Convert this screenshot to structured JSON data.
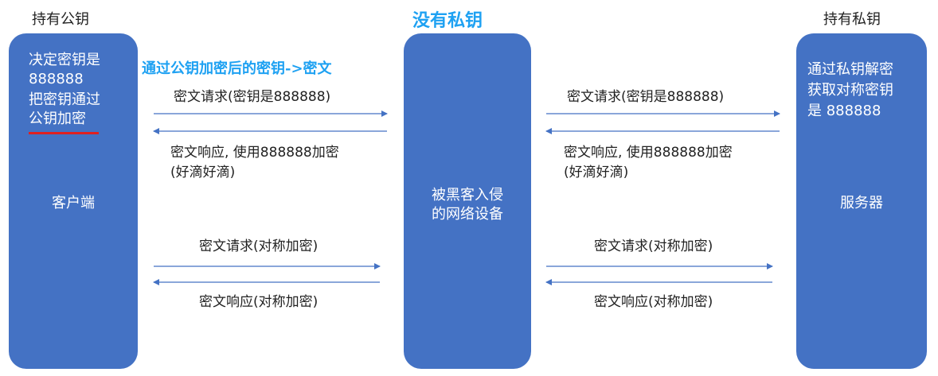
{
  "headers": {
    "client": "持有公钥",
    "middle": "没有私钥",
    "server": "持有私钥"
  },
  "client": {
    "line1": "决定密钥是",
    "line2": "888888",
    "line3": "把密钥通过",
    "line4": "公钥加密",
    "label": "客户端"
  },
  "middle_box": {
    "line1": "被黑客入侵",
    "line2": "的网络设备"
  },
  "server": {
    "line1": "通过私钥解密",
    "line2": "获取对称密钥",
    "line3": "是 888888",
    "label": "服务器"
  },
  "note": "通过公钥加密后的密钥->密文",
  "left_msgs": {
    "req1": "密文请求(密钥是888888)",
    "resp1_line1": "密文响应, 使用888888加密",
    "resp1_line2": "(好滴好滴)",
    "req2": "密文请求(对称加密)",
    "resp2": "密文响应(对称加密)"
  },
  "right_msgs": {
    "req1": "密文请求(密钥是888888)",
    "resp1_line1": "密文响应, 使用888888加密",
    "resp1_line2": "(好滴好滴)",
    "req2": "密文请求(对称加密)",
    "resp2": "密文响应(对称加密)"
  },
  "colors": {
    "box": "#4472c4",
    "arrow": "#4472c4",
    "highlight": "#1ea1f2",
    "underline": "#e02020"
  }
}
